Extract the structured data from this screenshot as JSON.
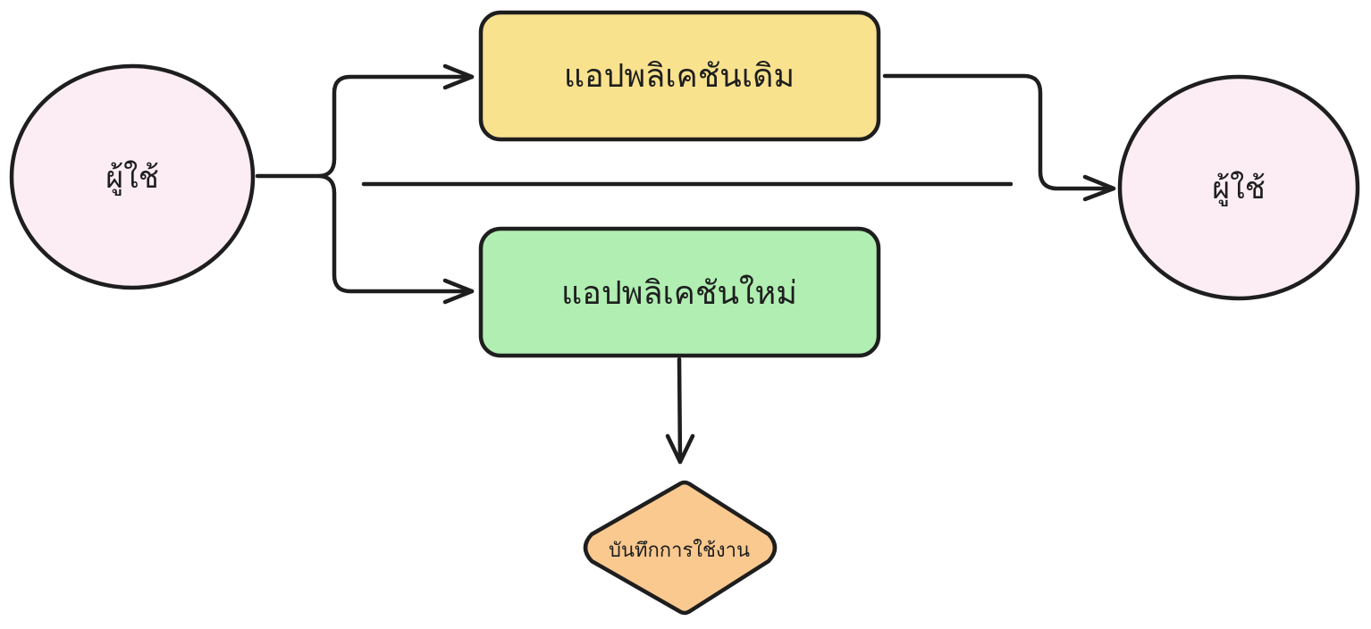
{
  "diagram": {
    "nodes": {
      "user_left": {
        "label": "ผู้ใช้",
        "fill": "#fcedf4"
      },
      "legacy_app": {
        "label": "แอปพลิเคชันเดิม",
        "fill": "#f8e28e"
      },
      "new_app": {
        "label": "แอปพลิเคชันใหม่",
        "fill": "#b0eeb2"
      },
      "user_right": {
        "label": "ผู้ใช้",
        "fill": "#fcedf4"
      },
      "usage_log": {
        "label": "บันทึกการใช้งาน",
        "fill": "#f9c990"
      }
    },
    "stroke_color": "#1e1e1e"
  }
}
